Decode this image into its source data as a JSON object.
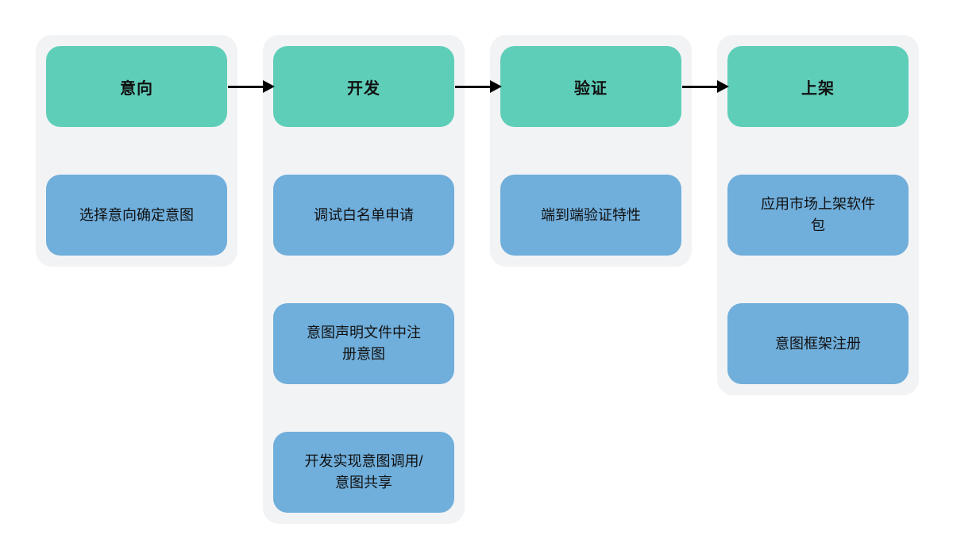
{
  "diagram": {
    "type": "flowchart",
    "direction": "left-to-right",
    "columns": [
      {
        "id": "intent",
        "header": "意向",
        "items": [
          "选择意向确定意图"
        ]
      },
      {
        "id": "development",
        "header": "开发",
        "items": [
          "调试白名单申请",
          "意图声明文件中注册意图",
          "开发实现意图调用/意图共享"
        ]
      },
      {
        "id": "verification",
        "header": "验证",
        "items": [
          "端到端验证特性"
        ]
      },
      {
        "id": "release",
        "header": "上架",
        "items": [
          "应用市场上架软件包",
          "意图框架注册"
        ]
      }
    ],
    "connectors": [
      {
        "from": "意向",
        "to": "开发"
      },
      {
        "from": "开发",
        "to": "验证"
      },
      {
        "from": "验证",
        "to": "上架"
      }
    ],
    "colors": {
      "header_bg": "#5FCEB9",
      "item_bg": "#70AEDB",
      "column_bg": "#F2F3F5",
      "arrow": "#000000",
      "text": "#111111",
      "background": "#FFFFFF"
    }
  }
}
